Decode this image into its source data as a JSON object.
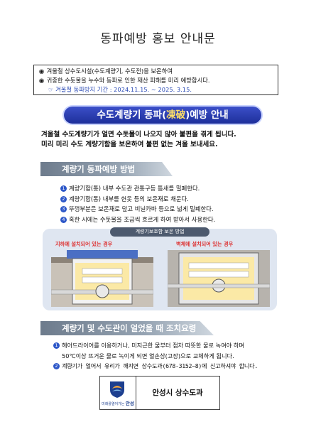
{
  "title": "동파예방 홍보 안내문",
  "notice": {
    "line1": "겨울철 상수도시설(수도계량기, 수도전)을 보온하여",
    "line2": "귀중한 수돗물을 누수와 동파로 인한 재산 피해를 미리 예방합시다.",
    "period": "겨울철 동파방지 기간 : 2024.11.15. ~ 2025. 3.15."
  },
  "banner": {
    "prefix": "수도계량기 동파(",
    "accent": "凍破",
    "suffix": ")예방 안내"
  },
  "intro": {
    "line1": "겨울철 수도계량기가 얼면 수돗물이 나오지 않아 불편을 겪게 됩니다.",
    "line2": "미리 미리 수도 계량기함을 보온하여 불편 없는 겨울 보내세요."
  },
  "section1": {
    "heading": "계량기 동파예방 방법",
    "steps": [
      {
        "num": "1",
        "text": "계량기함(통) 내부 수도관 관통구등 틈새를 밀폐한다."
      },
      {
        "num": "2",
        "text": "계량기함(통) 내부를 헌옷 등의 보온재로 채운다."
      },
      {
        "num": "3",
        "text": "뚜껑부분은 보온재로 덮고 비닐카바 등으로 넓게 밀폐한다."
      },
      {
        "num": "4",
        "text": "혹한 시에는 수돗물을 조금씩 흐르게 하여 받아서 사용한다."
      }
    ]
  },
  "diagram": {
    "title": "계량기보호함 보온 방법",
    "left_title": "지하에 설치되어 있는 경우",
    "right_title": "벽체에 설치되어 있는 경우"
  },
  "section2": {
    "heading": "계량기 및 수도관이 얼었을 때 조치요령",
    "item1_line1": "헤어드라이어를 이용하거나, 미지근한 물부터 점차 따뜻한 물로 녹여야 하며",
    "item1_line2": "50℃이상 뜨거운 물로 녹이게 되면 열손상(고장)으로 교체하게 됩니다.",
    "item2": "계량기가 얼어서 유리가 깨지면 상수도과(678-3152~8)에 신고하셔야 합니다."
  },
  "footer": {
    "logo_small": "미래를열어가는",
    "logo_name": "안성",
    "department": "안성시 상수도과"
  },
  "colors": {
    "banner": "#2a3cb0",
    "accent": "#ffe066",
    "period": "#2b4bb5",
    "step_num": "#2d57c8",
    "warn": "#d33333"
  }
}
